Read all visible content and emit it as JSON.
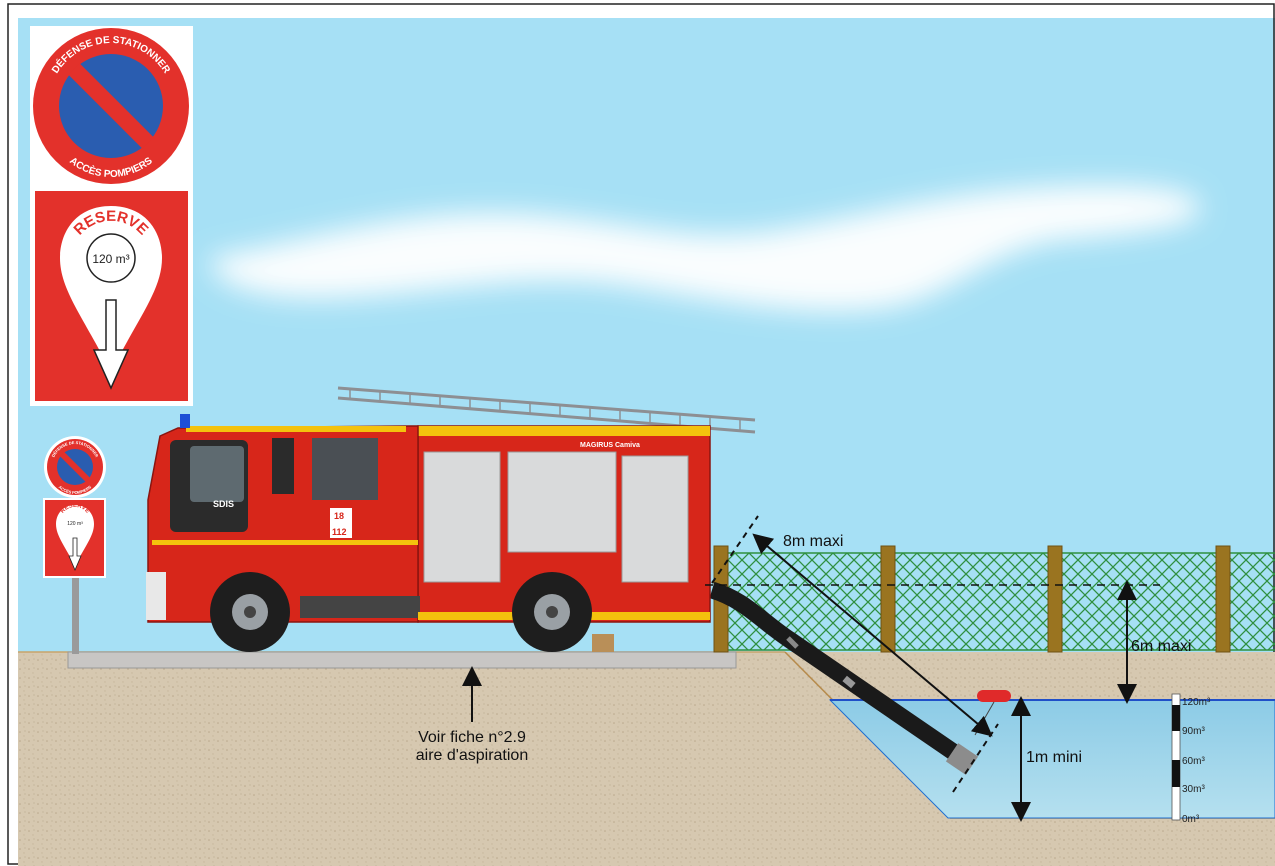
{
  "sign_big": {
    "top_text": "DÉFENSE DE STATIONNER",
    "bottom_text": "ACCÈS POMPIERS",
    "reserve_text": "RESERVE",
    "volume": "120 m³"
  },
  "sign_small": {
    "top_text": "DÉFENSE DE STATIONNER",
    "bottom_text": "ACCÈS POMPIERS",
    "reserve_text": "RESERVE",
    "volume": "120 m³"
  },
  "truck": {
    "brand": "MAGIRUS Camiva",
    "badge": "SDIS",
    "door_numbers": [
      "18",
      "112"
    ]
  },
  "annotations": {
    "hose_length": "8m maxi",
    "suction_height": "6m maxi",
    "min_depth": "1m mini",
    "area_note_line1": "Voir fiche n°2.9",
    "area_note_line2": "aire d'aspiration"
  },
  "gauge": {
    "levels": [
      "120m³",
      "90m³",
      "60m³",
      "30m³",
      "0m³"
    ]
  },
  "colors": {
    "sky": "#a6e0f5",
    "fire_red": "#d7261a",
    "water": "#a8d9ea",
    "ground": "#d6c8b0",
    "fence_green": "#3a9a4a"
  }
}
